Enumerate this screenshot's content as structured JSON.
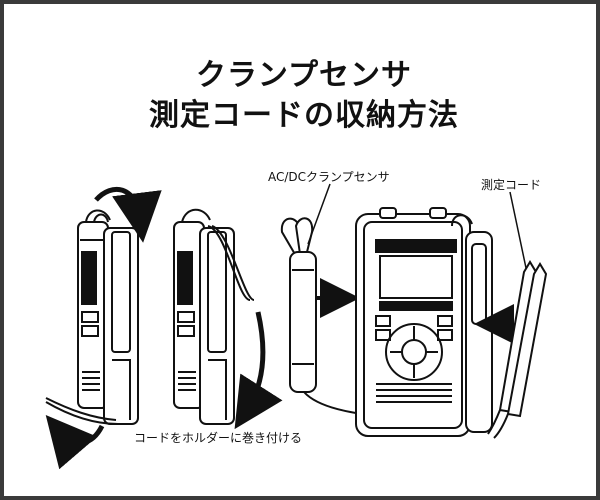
{
  "title": {
    "line1": "クランプセンサ",
    "line2": "測定コードの収納方法"
  },
  "labels": {
    "sensor": "AC/DCクランプセンサ",
    "cord": "測定コード",
    "wrap": "コードをホルダーに巻き付ける"
  }
}
